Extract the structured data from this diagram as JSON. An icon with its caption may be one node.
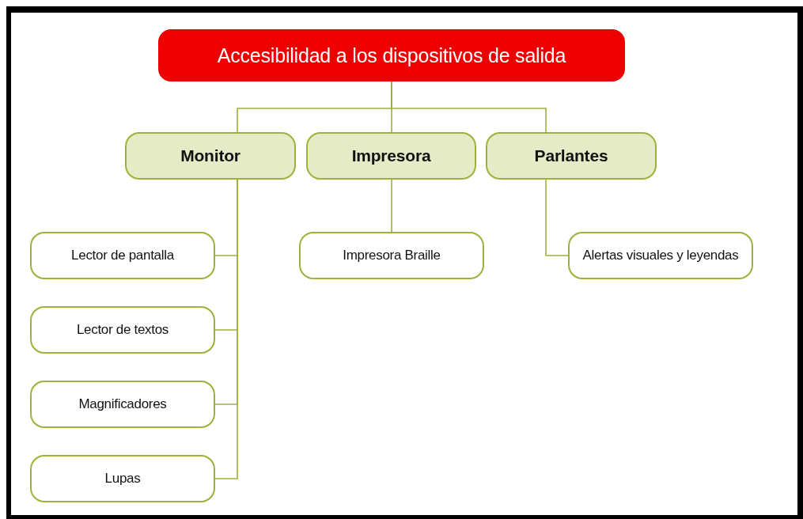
{
  "diagram": {
    "nodes": [
      {
        "text": [
          "Accesibilidad a los dispositivos de salida"
        ]
      },
      {
        "text": [
          "Monitor"
        ]
      },
      {
        "text": [
          "Impresora"
        ]
      },
      {
        "text": [
          "Parlantes"
        ]
      },
      {
        "text": [
          "Impresora Braille"
        ]
      },
      {
        "text": [
          "Alertas visuales y leyendas"
        ]
      },
      {
        "text": [
          "Lector de pantalla"
        ]
      },
      {
        "text": [
          "Lector de textos"
        ]
      },
      {
        "text": [
          "Magnificadores"
        ]
      },
      {
        "text": [
          "Lupas"
        ]
      }
    ],
    "edges": [
      {
        "from": 0,
        "to": 1,
        "arrow": "none"
      },
      {
        "from": 0,
        "to": 2,
        "arrow": "none"
      },
      {
        "from": 0,
        "to": 3,
        "arrow": "none"
      },
      {
        "from": 1,
        "to": 6,
        "arrow": "none"
      },
      {
        "from": 1,
        "to": 7,
        "arrow": "none"
      },
      {
        "from": 1,
        "to": 8,
        "arrow": "none"
      },
      {
        "from": 1,
        "to": 9,
        "arrow": "none"
      },
      {
        "from": 2,
        "to": 4,
        "arrow": "none"
      },
      {
        "from": 3,
        "to": 5,
        "arrow": "none"
      }
    ]
  }
}
